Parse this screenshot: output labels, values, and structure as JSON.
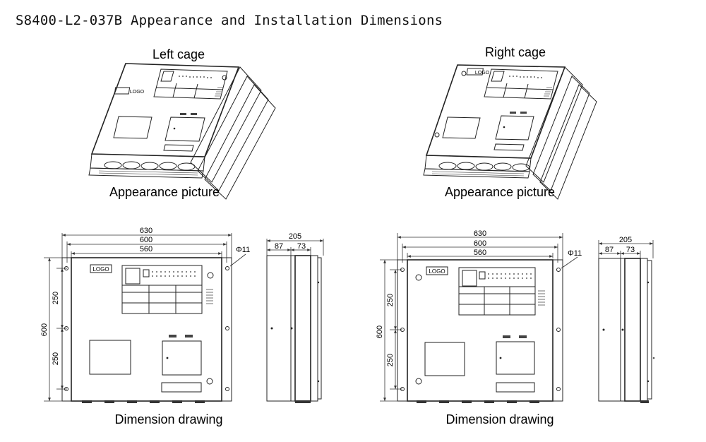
{
  "title": "S8400-L2-037B Appearance and Installation Dimensions",
  "left": {
    "cage_label": "Left cage",
    "appearance_caption": "Appearance picture",
    "dimension_caption": "Dimension drawing",
    "logo": "LOGO",
    "dims": {
      "w630": "630",
      "w600": "600",
      "w560": "560",
      "hole": "Φ11",
      "h600": "600",
      "h250a": "250",
      "h250b": "250",
      "d205": "205",
      "d87": "87",
      "d73": "73"
    }
  },
  "right": {
    "cage_label": "Right cage",
    "appearance_caption": "Appearance picture",
    "dimension_caption": "Dimension drawing",
    "logo": "LOGO",
    "dims": {
      "w630": "630",
      "w600": "600",
      "w560": "560",
      "hole": "Φ11",
      "h600": "600",
      "h250a": "250",
      "h250b": "250",
      "d205": "205",
      "d87": "87",
      "d73": "73"
    }
  }
}
